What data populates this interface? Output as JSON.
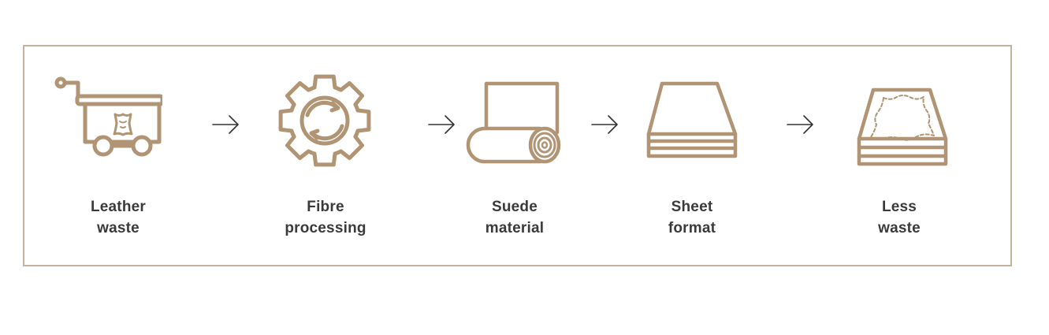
{
  "colors": {
    "accent": "#b09474",
    "border": "#c5b29a",
    "text": "#3a3a3a",
    "arrow": "#333333"
  },
  "steps": [
    {
      "icon": "cart-with-leather-icon",
      "label_line1": "Leather",
      "label_line2": "waste"
    },
    {
      "icon": "gear-with-cycle-arrows-icon",
      "label_line1": "Fibre",
      "label_line2": "processing"
    },
    {
      "icon": "material-roll-icon",
      "label_line1": "Suede",
      "label_line2": "material"
    },
    {
      "icon": "stacked-sheets-icon",
      "label_line1": "Sheet",
      "label_line2": "format"
    },
    {
      "icon": "sheet-with-hide-outline-icon",
      "label_line1": "Less",
      "label_line2": "waste"
    }
  ],
  "arrows": [
    "arrow-right-icon",
    "arrow-right-icon",
    "arrow-right-icon",
    "arrow-right-icon"
  ]
}
